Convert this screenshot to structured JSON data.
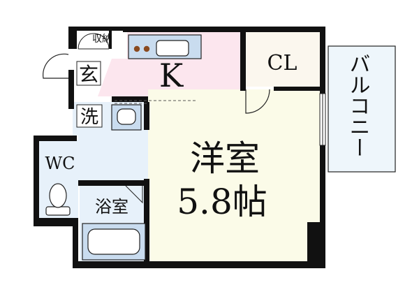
{
  "rooms": {
    "storage": "収納",
    "entrance": "玄",
    "kitchen": "K",
    "closet": "CL",
    "balcony": "バルコニー",
    "washroom": "洗",
    "toilet": "WC",
    "bath": "浴室",
    "western_room_name": "洋室",
    "western_room_size": "5.8帖"
  },
  "colors": {
    "wall": "#111111",
    "kitchen_floor": "#fce6ee",
    "wet_area_floor": "#e7f1fa",
    "room_floor": "#fbfbe8",
    "closet_floor": "#fbf7ee",
    "balcony_floor": "#eef6fb",
    "fixture_blue": "#c9dcef",
    "stove_burner": "#8a4a20"
  }
}
